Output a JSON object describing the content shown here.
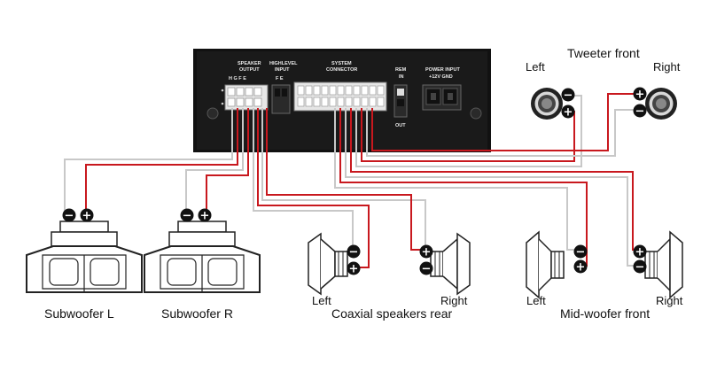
{
  "amplifier": {
    "speaker_output_line1": "SPEAKER",
    "speaker_output_line2": "OUTPUT",
    "speaker_output_pins": "H  G  F  E",
    "highlevel_line1": "HIGHLEVEL",
    "highlevel_line2": "INPUT",
    "highlevel_pins": "F   E",
    "system_line1": "SYSTEM",
    "system_line2": "CONNECTOR",
    "rem": "REM",
    "rem_in": "IN",
    "rem_out": "OUT",
    "power_line1": "POWER INPUT",
    "power_line2": "+12V  GND"
  },
  "labels": {
    "tweeter_front": "Tweeter front",
    "tweeter_left": "Left",
    "tweeter_right": "Right",
    "sub_l": "Subwoofer L",
    "sub_r": "Subwoofer R",
    "coax_left": "Left",
    "coax_right": "Right",
    "coax_title": "Coaxial speakers rear",
    "mid_left": "Left",
    "mid_right": "Right",
    "mid_title": "Mid-woofer front"
  },
  "terminals": {
    "plus": "+",
    "minus": "−"
  },
  "colors": {
    "positive_wire": "#c8181e",
    "negative_wire": "#c8c8c8",
    "amp_body": "#111111",
    "terminal": "#111111"
  }
}
